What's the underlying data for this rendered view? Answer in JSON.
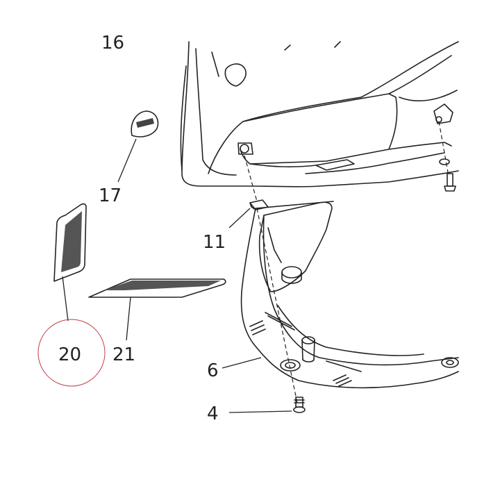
{
  "callouts": {
    "p16": "16",
    "p17": "17",
    "p11": "11",
    "p20": "20",
    "p21": "21",
    "p6": "6",
    "p4": "4"
  },
  "highlight_color": "#c23a4a",
  "decal_color": "#555555"
}
